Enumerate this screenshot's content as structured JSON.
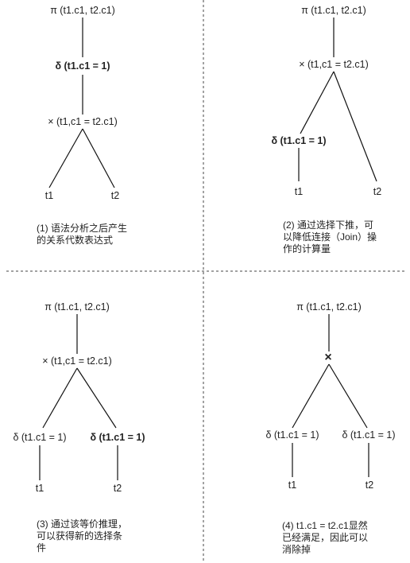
{
  "panels": [
    {
      "nodes": {
        "project": "π (t1.c1, t2.c1)",
        "select": "δ (t1.c1 = 1)",
        "join": "× (t1,c1 = t2.c1)",
        "left_leaf": "t1",
        "right_leaf": "t2"
      },
      "caption": [
        "(1) 语法分析之后产生",
        "的关系代数表达式"
      ]
    },
    {
      "nodes": {
        "project": "π (t1.c1, t2.c1)",
        "join": "× (t1,c1 = t2.c1)",
        "select": "δ (t1.c1 = 1)",
        "left_leaf": "t1",
        "right_leaf": "t2"
      },
      "caption": [
        "(2) 通过选择下推，可",
        "以降低连接（Join）操",
        "作的计算量"
      ]
    },
    {
      "nodes": {
        "project": "π (t1.c1, t2.c1)",
        "join": "× (t1,c1 = t2.c1)",
        "select_left": "δ (t1.c1 = 1)",
        "select_right": "δ (t1.c1 = 1)",
        "left_leaf": "t1",
        "right_leaf": "t2"
      },
      "caption": [
        "(3) 通过该等价推理，",
        "可以获得新的选择条",
        "件"
      ]
    },
    {
      "nodes": {
        "project": "π (t1.c1, t2.c1)",
        "join": "×",
        "select_left": "δ (t1.c1 = 1)",
        "select_right": "δ (t1.c1 = 1)",
        "left_leaf": "t1",
        "right_leaf": "t2"
      },
      "caption": [
        "(4) t1.c1 = t2.c1显然",
        "已经满足，因此可以",
        "消除掉"
      ]
    }
  ]
}
